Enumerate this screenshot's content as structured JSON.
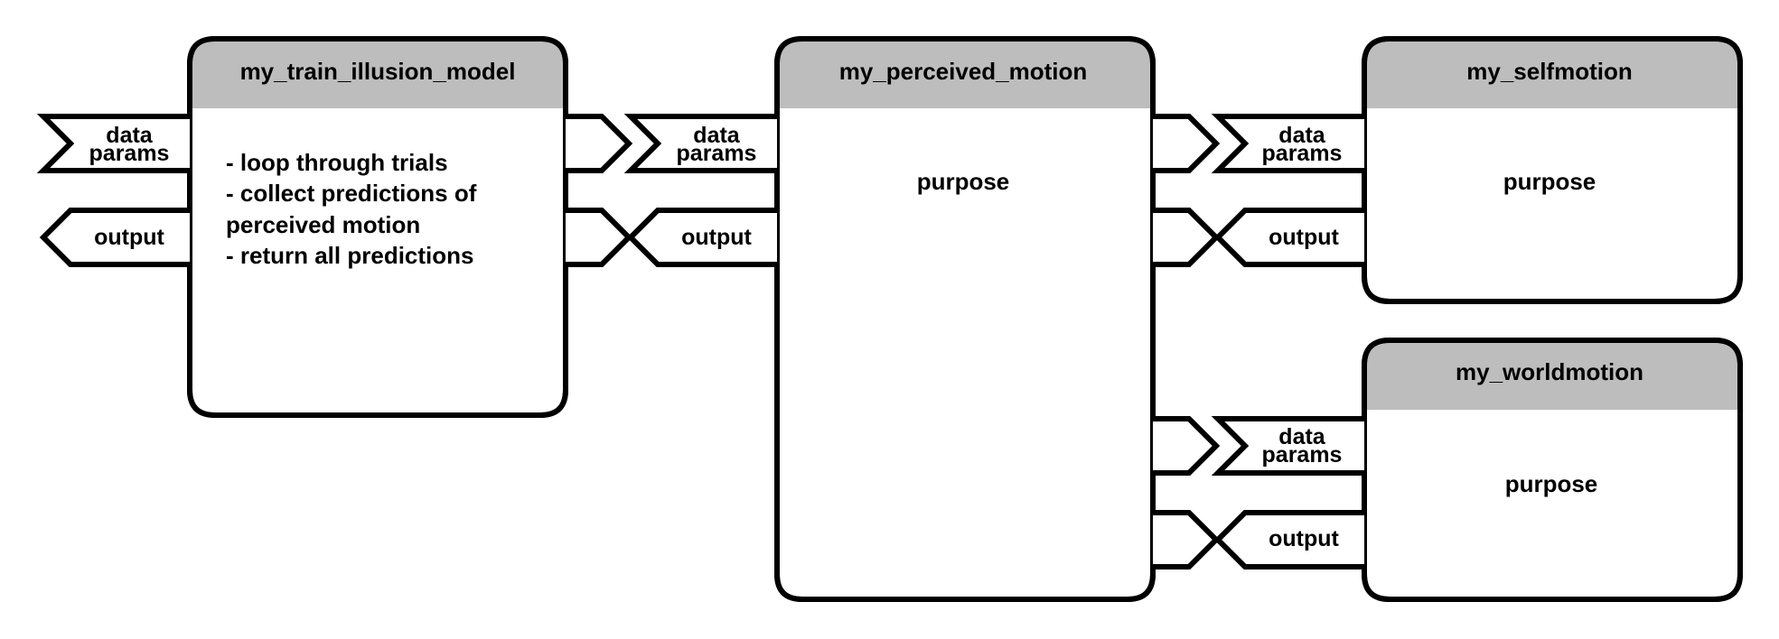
{
  "modules": {
    "train": {
      "title": "my_train_illusion_model",
      "inputs": [
        "data",
        "params"
      ],
      "output": "output",
      "body_lines": [
        "- loop through trials",
        "- collect predictions of",
        "perceived motion",
        "- return all predictions"
      ]
    },
    "perceived": {
      "title": "my_perceived_motion",
      "inputs": [
        "data",
        "params"
      ],
      "output": "output",
      "body": "purpose"
    },
    "selfmotion": {
      "title": "my_selfmotion",
      "inputs": [
        "data",
        "params"
      ],
      "output": "output",
      "body": "purpose"
    },
    "worldmotion": {
      "title": "my_worldmotion",
      "inputs": [
        "data",
        "params"
      ],
      "output": "output",
      "body": "purpose"
    }
  },
  "colors": {
    "header": "#bdbdbd",
    "stroke": "#000000",
    "fill": "#ffffff"
  }
}
